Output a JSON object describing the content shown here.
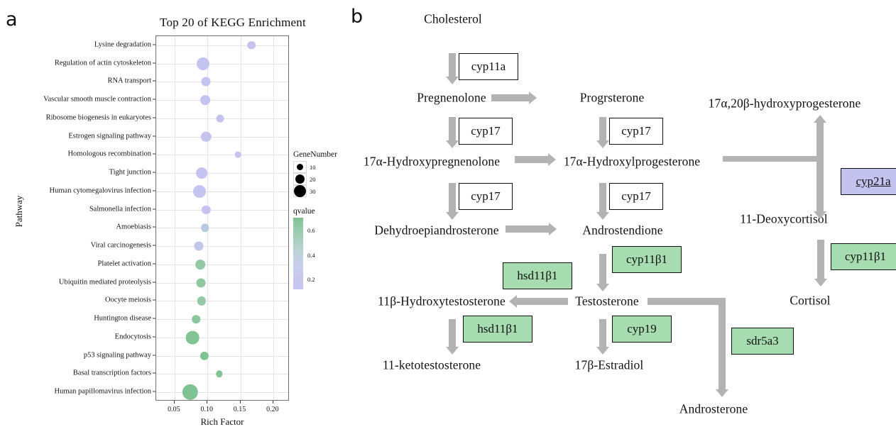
{
  "panels": {
    "a_letter": "a",
    "b_letter": "b"
  },
  "chart_data": {
    "type": "scatter",
    "title": "Top 20 of KEGG Enrichment",
    "xlabel": "Rich Factor",
    "ylabel": "Pathway",
    "xlim": [
      0.022,
      0.225
    ],
    "xticks": [
      0.05,
      0.1,
      0.15,
      0.2
    ],
    "xtick_labels": [
      "0.05",
      "0.10",
      "0.15",
      "0.20"
    ],
    "grid": true,
    "legend_position": "right",
    "size_legend": {
      "title": "GeneNumber",
      "breaks": [
        10,
        20,
        30
      ],
      "labels": [
        "10",
        "20",
        "30"
      ]
    },
    "color_legend": {
      "title": "qvalue",
      "ticks": [
        0.6,
        0.4,
        0.2
      ],
      "tick_labels": [
        "0.6",
        "0.4",
        "0.2"
      ],
      "high_color": "#7fc393",
      "low_color": "#c6c4f0"
    },
    "categories": [
      "Lysine degradation",
      "Regulation of actin cytoskeleton",
      "RNA transport",
      "Vascular smooth muscle contraction",
      "Ribosome biogenesis in eukaryotes",
      "Estrogen signaling pathway",
      "Homologous recombination",
      "Tight junction",
      "Human cytomegalovirus infection",
      "Salmonella infection",
      "Amoebiasis",
      "Viral carcinogenesis",
      "Platelet activation",
      "Ubiquitin mediated proteolysis",
      "Oocyte meiosis",
      "Huntington disease",
      "Endocytosis",
      "p53 signaling pathway",
      "Basal transcription factors",
      "Human papillomavirus infection"
    ],
    "points": [
      {
        "pathway": "Lysine degradation",
        "rich_factor": 0.167,
        "gene_number": 11,
        "qvalue": 0.18,
        "color": "#c5c3f0"
      },
      {
        "pathway": "Regulation of actin cytoskeleton",
        "rich_factor": 0.093,
        "gene_number": 20,
        "qvalue": 0.18,
        "color": "#c5c3f0"
      },
      {
        "pathway": "RNA transport",
        "rich_factor": 0.098,
        "gene_number": 13,
        "qvalue": 0.19,
        "color": "#c5c3f0"
      },
      {
        "pathway": "Vascular smooth muscle contraction",
        "rich_factor": 0.097,
        "gene_number": 14,
        "qvalue": 0.2,
        "color": "#c5c3f0"
      },
      {
        "pathway": "Ribosome biogenesis in eukaryotes",
        "rich_factor": 0.119,
        "gene_number": 10,
        "qvalue": 0.2,
        "color": "#c5c3f0"
      },
      {
        "pathway": "Estrogen signaling pathway",
        "rich_factor": 0.098,
        "gene_number": 15,
        "qvalue": 0.21,
        "color": "#c5c3f0"
      },
      {
        "pathway": "Homologous recombination",
        "rich_factor": 0.146,
        "gene_number": 7,
        "qvalue": 0.21,
        "color": "#c5c3f0"
      },
      {
        "pathway": "Tight junction",
        "rich_factor": 0.091,
        "gene_number": 17,
        "qvalue": 0.23,
        "color": "#c5c3f0"
      },
      {
        "pathway": "Human cytomegalovirus infection",
        "rich_factor": 0.088,
        "gene_number": 20,
        "qvalue": 0.23,
        "color": "#c5c3f0"
      },
      {
        "pathway": "Salmonella infection",
        "rich_factor": 0.098,
        "gene_number": 12,
        "qvalue": 0.24,
        "color": "#c5c3f0"
      },
      {
        "pathway": "Amoebiasis",
        "rich_factor": 0.096,
        "gene_number": 11,
        "qvalue": 0.3,
        "color": "#b9cade"
      },
      {
        "pathway": "Viral carcinogenesis",
        "rich_factor": 0.087,
        "gene_number": 13,
        "qvalue": 0.26,
        "color": "#c0c6e6"
      },
      {
        "pathway": "Platelet activation",
        "rich_factor": 0.089,
        "gene_number": 14,
        "qvalue": 0.52,
        "color": "#93c9a4"
      },
      {
        "pathway": "Ubiquitin mediated proteolysis",
        "rich_factor": 0.09,
        "gene_number": 13,
        "qvalue": 0.55,
        "color": "#8fc79f"
      },
      {
        "pathway": "Oocyte meiosis",
        "rich_factor": 0.091,
        "gene_number": 12,
        "qvalue": 0.56,
        "color": "#95c9a5"
      },
      {
        "pathway": "Huntington disease",
        "rich_factor": 0.083,
        "gene_number": 11,
        "qvalue": 0.58,
        "color": "#8cc79c"
      },
      {
        "pathway": "Endocytosis",
        "rich_factor": 0.077,
        "gene_number": 21,
        "qvalue": 0.6,
        "color": "#82c493"
      },
      {
        "pathway": "p53 signaling pathway",
        "rich_factor": 0.095,
        "gene_number": 12,
        "qvalue": 0.6,
        "color": "#80c392"
      },
      {
        "pathway": "Basal transcription factors",
        "rich_factor": 0.118,
        "gene_number": 8,
        "qvalue": 0.62,
        "color": "#82c493"
      },
      {
        "pathway": "Human papillomavirus infection",
        "rich_factor": 0.074,
        "gene_number": 26,
        "qvalue": 0.63,
        "color": "#7fc393"
      }
    ]
  },
  "pathway_diagram": {
    "metabolites": [
      {
        "id": "cholesterol",
        "label": "Cholesterol"
      },
      {
        "id": "pregnenolone",
        "label": "Pregnenolone"
      },
      {
        "id": "progesterone",
        "label": "Progrsterone"
      },
      {
        "id": "hydroxyprogesterone_1720",
        "label": "17α,20β-hydroxyprogesterone"
      },
      {
        "id": "hydroxypregnenolone",
        "label": "17α-Hydroxypregnenolone"
      },
      {
        "id": "hydroxyprogesterone",
        "label": "17α-Hydroxylprogesterone"
      },
      {
        "id": "deoxycortisol",
        "label": "11-Deoxycortisol"
      },
      {
        "id": "dhea",
        "label": "Dehydroepiandrosterone"
      },
      {
        "id": "androstendione",
        "label": "Androstendione"
      },
      {
        "id": "cortisol",
        "label": "Cortisol"
      },
      {
        "id": "hydroxytestosterone",
        "label": "11β-Hydroxytestosterone"
      },
      {
        "id": "testosterone",
        "label": "Testosterone"
      },
      {
        "id": "ketotestosterone",
        "label": "11-ketotestosterone"
      },
      {
        "id": "estradiol",
        "label": "17β-Estradiol"
      },
      {
        "id": "androsterone",
        "label": "Androsterone"
      }
    ],
    "genes": [
      {
        "id": "cyp11a",
        "label": "cyp11a",
        "highlight": "none"
      },
      {
        "id": "cyp17_a",
        "label": "cyp17",
        "highlight": "none"
      },
      {
        "id": "cyp17_b",
        "label": "cyp17",
        "highlight": "none"
      },
      {
        "id": "cyp17_c",
        "label": "cyp17",
        "highlight": "none"
      },
      {
        "id": "cyp17_d",
        "label": "cyp17",
        "highlight": "none"
      },
      {
        "id": "cyp21a",
        "label": "cyp21a",
        "highlight": "purple"
      },
      {
        "id": "cyp11b1_a",
        "label": "cyp11β1",
        "highlight": "green"
      },
      {
        "id": "cyp11b1_b",
        "label": "cyp11β1",
        "highlight": "green"
      },
      {
        "id": "hsd11b1_a",
        "label": "hsd11β1",
        "highlight": "green"
      },
      {
        "id": "hsd11b1_b",
        "label": "hsd11β1",
        "highlight": "green"
      },
      {
        "id": "cyp19",
        "label": "cyp19",
        "highlight": "green"
      },
      {
        "id": "sdr5a3",
        "label": "sdr5a3",
        "highlight": "green"
      }
    ],
    "colors": {
      "green": "#a6dcb0",
      "purple": "#c4c2ef",
      "arrow": "#b3b3b3"
    }
  }
}
